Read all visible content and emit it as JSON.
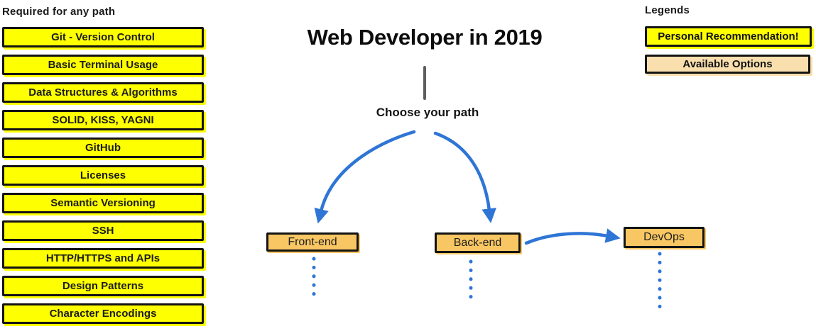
{
  "left_column": {
    "header": "Required for any path",
    "items": [
      "Git - Version Control",
      "Basic Terminal Usage",
      "Data Structures & Algorithms",
      "SOLID, KISS, YAGNI",
      "GitHub",
      "Licenses",
      "Semantic Versioning",
      "SSH",
      "HTTP/HTTPS and APIs",
      "Design Patterns",
      "Character Encodings"
    ]
  },
  "main": {
    "title": "Web Developer in 2019",
    "prompt": "Choose your path",
    "nodes": {
      "frontend": "Front-end",
      "backend": "Back-end",
      "devops": "DevOps"
    }
  },
  "legend": {
    "header": "Legends",
    "items": [
      {
        "label": "Personal Recommendation!",
        "style": "recommendation"
      },
      {
        "label": "Available Options",
        "style": "option"
      }
    ]
  },
  "colors": {
    "recommendation_yellow": "#feff00",
    "node_orange": "#f8c763",
    "option_peach": "#f8dfad",
    "arrow_blue": "#2e75d5",
    "stem_gray": "#5e5e5e",
    "border_black": "#141414"
  }
}
